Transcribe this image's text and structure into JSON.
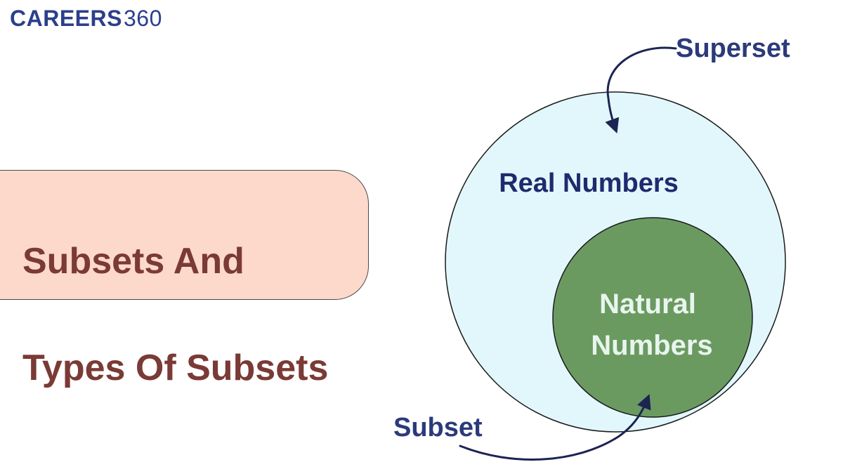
{
  "logo": {
    "brand": "CAREERS",
    "number": "360",
    "color": "#2b3f8c"
  },
  "title": {
    "line1": "Subsets And",
    "line2": "Types Of Subsets",
    "text_color": "#7a3a35",
    "box_color": "#fdd9cb"
  },
  "diagram": {
    "outer_set": {
      "label": "Real Numbers",
      "fill": "#e2f7fc",
      "label_color": "#1f2a6e"
    },
    "inner_set": {
      "label_line1": "Natural",
      "label_line2": "Numbers",
      "fill": "#6b9a61",
      "label_color": "#e8f5ee"
    },
    "superset_label": "Superset",
    "subset_label": "Subset",
    "annotation_color": "#2b3a7a",
    "arrow_color": "#1c2452"
  }
}
